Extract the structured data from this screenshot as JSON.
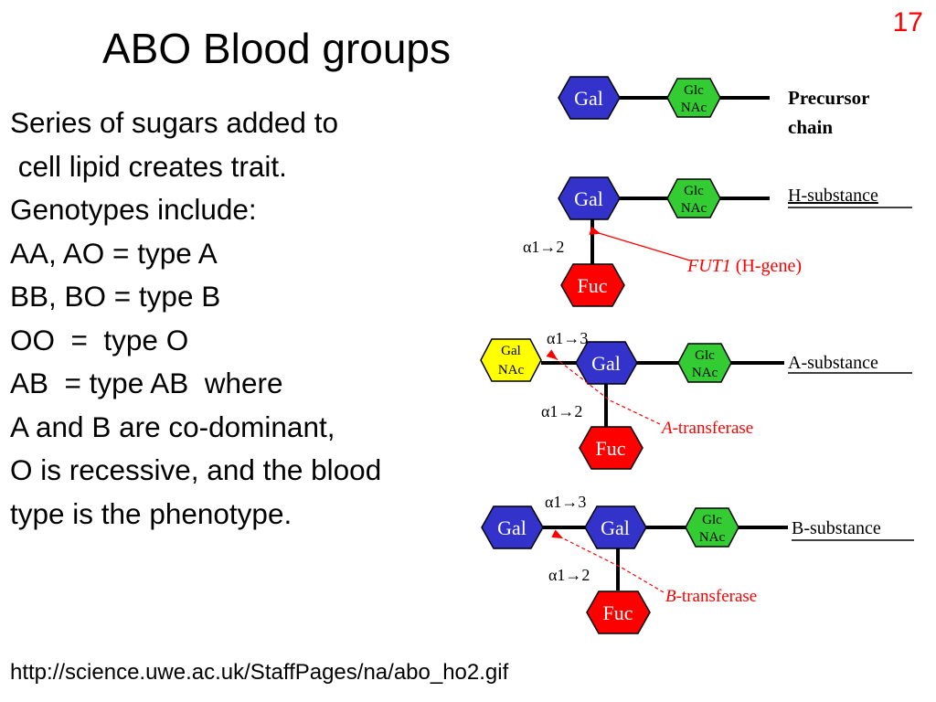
{
  "slide_number": "17",
  "title": "ABO Blood groups",
  "body_lines": [
    "Series of sugars added to",
    " cell lipid creates trait.",
    "Genotypes include:",
    "AA, AO = type A",
    "BB, BO = type B",
    "OO  =  type O",
    "AB  = type AB  where",
    "A and B are co-dominant,",
    "O is recessive, and the blood",
    "type is the phenotype."
  ],
  "diagram": {
    "sugars": {
      "gal": "Gal",
      "glcnac_1": "Glc",
      "glcnac_2": "NAc",
      "galnac_1": "Gal",
      "galnac_2": "NAc",
      "fuc": "Fuc"
    },
    "colors": {
      "gal": "#3333cc",
      "glcnac": "#33cc33",
      "galnac": "#ffff00",
      "fuc": "#ff0000",
      "annotation": "#ff0000"
    },
    "substance_labels": {
      "precursor_1": "Precursor",
      "precursor_2": "chain",
      "h": "H-substance",
      "a": "A-substance",
      "b": "B-substance"
    },
    "linkages": {
      "a1_2": "α1→2",
      "a1_3": "α1→3"
    },
    "enzymes": {
      "fut1_italic": "FUT1",
      "fut1_rest": " (H-gene)",
      "a_italic": "A",
      "a_rest": "-transferase",
      "b_italic": "B",
      "b_rest": "-transferase"
    }
  },
  "footer_url": "http://science.uwe.ac.uk/StaffPages/na/abo_ho2.gif"
}
